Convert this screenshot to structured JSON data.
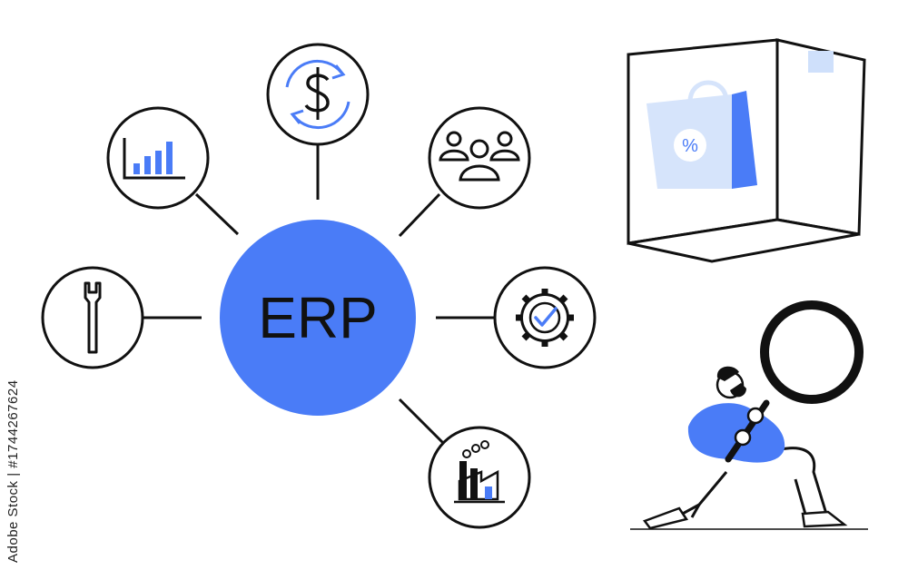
{
  "diagram": {
    "hub": {
      "label": "ERP",
      "color": "#4a7cf7"
    },
    "nodes": [
      {
        "id": "finance",
        "icon": "dollar-cycle-icon"
      },
      {
        "id": "analytics",
        "icon": "bar-chart-icon"
      },
      {
        "id": "people",
        "icon": "team-icon"
      },
      {
        "id": "tools",
        "icon": "wrench-icon"
      },
      {
        "id": "settings",
        "icon": "gear-check-icon"
      },
      {
        "id": "manufacturing",
        "icon": "factory-icon"
      }
    ]
  },
  "illustration": {
    "box_icon": "shopping-bag-percent-icon",
    "bag_badge": "%",
    "person_icon": "person-with-magnifier-icon"
  },
  "colors": {
    "accent": "#4a7cf7",
    "accent_light": "#d6e4fb",
    "stroke": "#111111"
  },
  "watermark": {
    "text": "Adobe Stock | #1744267624"
  }
}
